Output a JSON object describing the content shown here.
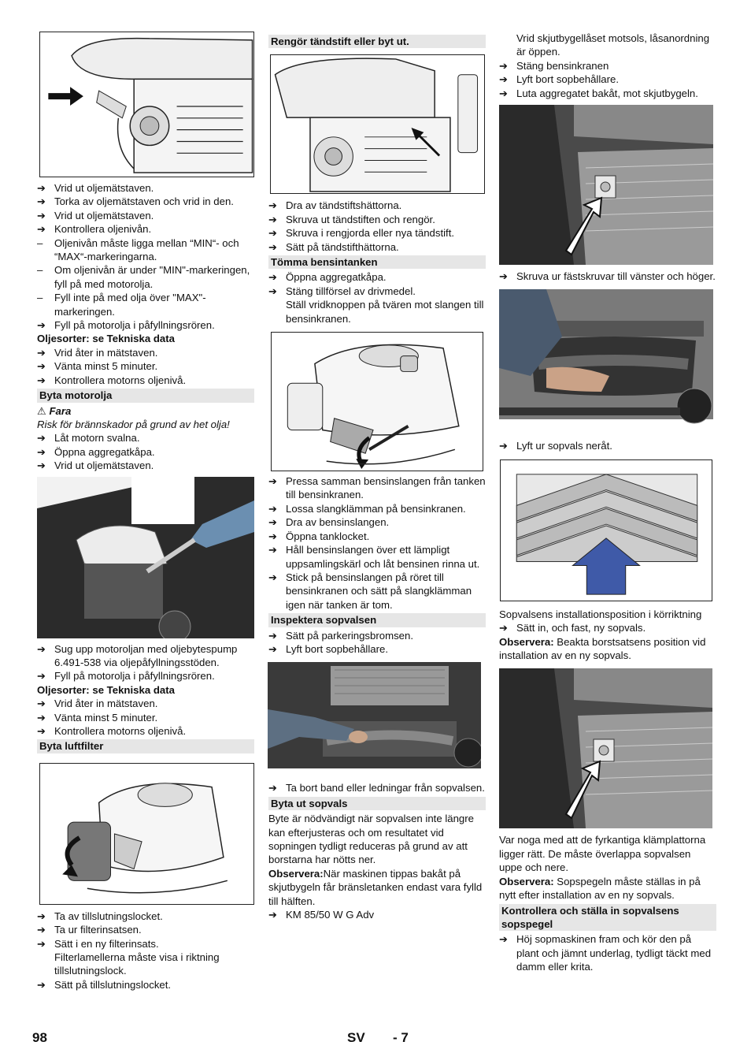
{
  "col1": {
    "steps_a": [
      {
        "m": "➔",
        "t": "Vrid ut oljemätstaven."
      },
      {
        "m": "➔",
        "t": "Torka av oljemätstaven och vrid in den."
      },
      {
        "m": "➔",
        "t": "Vrid ut oljemätstaven."
      },
      {
        "m": "➔",
        "t": "Kontrollera oljenivån."
      },
      {
        "m": "–",
        "t": "Oljenivån måste ligga mellan “MIN“- och “MAX“-markeringarna."
      },
      {
        "m": "–",
        "t": "Om oljenivån är under \"MIN\"-markeringen, fyll på med motorolja."
      },
      {
        "m": "–",
        "t": "Fyll inte på med olja över \"MAX\"-markeringen."
      },
      {
        "m": "➔",
        "t": "Fyll på motorolja i påfyllningsrören."
      }
    ],
    "oil_types_1": "Oljesorter: se Tekniska data",
    "steps_b": [
      {
        "m": "➔",
        "t": "Vrid åter in mätstaven."
      },
      {
        "m": "➔",
        "t": "Vänta minst 5 minuter."
      },
      {
        "m": "➔",
        "t": "Kontrollera motorns oljenivå."
      }
    ],
    "head_oil": "Byta motorolja",
    "warn_symbol": "⚠",
    "warn_title": "Fara",
    "warn_text": "Risk för brännskador på grund av het olja!",
    "steps_c": [
      {
        "m": "➔",
        "t": "Låt motorn svalna."
      },
      {
        "m": "➔",
        "t": "Öppna aggregatkåpa."
      },
      {
        "m": "➔",
        "t": "Vrid ut oljemätstaven."
      }
    ],
    "steps_d": [
      {
        "m": "➔",
        "t": "Sug upp motoroljan med oljebytespump 6.491-538 via oljepåfyllningsstöden."
      },
      {
        "m": "➔",
        "t": "Fyll på motorolja i påfyllningsrören."
      }
    ],
    "oil_types_2": "Oljesorter: se Tekniska data",
    "steps_e": [
      {
        "m": "➔",
        "t": "Vrid åter in mätstaven."
      },
      {
        "m": "➔",
        "t": "Vänta minst 5 minuter."
      },
      {
        "m": "➔",
        "t": "Kontrollera motorns oljenivå."
      }
    ],
    "head_filter": "Byta luftfilter",
    "steps_f": [
      {
        "m": "➔",
        "t": "Ta av tillslutningslocket."
      },
      {
        "m": "➔",
        "t": "Ta ur filterinsatsen."
      },
      {
        "m": "➔",
        "t": "Sätt i en ny filterinsats."
      }
    ],
    "filter_note": "Filterlamellerna måste visa i riktning tillslutningslock.",
    "steps_g": [
      {
        "m": "➔",
        "t": "Sätt på tillslutningslocket."
      }
    ]
  },
  "col2": {
    "head_plug": "Rengör tändstift eller byt ut.",
    "steps_a": [
      {
        "m": "➔",
        "t": "Dra av tändstiftshättorna."
      },
      {
        "m": "➔",
        "t": "Skruva ut tändstiften och rengör."
      },
      {
        "m": "➔",
        "t": "Skruva i rengjorda eller nya tändstift."
      },
      {
        "m": "➔",
        "t": "Sätt på tändstifthättorna."
      }
    ],
    "head_tank": "Tömma bensintanken",
    "steps_b": [
      {
        "m": "➔",
        "t": "Öppna aggregatkåpa."
      },
      {
        "m": "➔",
        "t": "Stäng tillförsel av drivmedel."
      }
    ],
    "tank_note": "Ställ vridknoppen på tvären mot slangen till bensinkranen.",
    "steps_c": [
      {
        "m": "➔",
        "t": "Pressa samman bensinslangen från tanken till bensinkranen."
      },
      {
        "m": "➔",
        "t": "Lossa slangklämman på bensinkranen."
      },
      {
        "m": "➔",
        "t": "Dra av  bensinslangen."
      },
      {
        "m": "➔",
        "t": "Öppna tanklocket."
      },
      {
        "m": "➔",
        "t": "Håll bensinslangen över ett lämpligt uppsamlingskärl och låt bensinen rinna ut."
      },
      {
        "m": "➔",
        "t": "Stick på bensinslangen på röret till bensinkranen och sätt på slangklämman igen när tanken är tom."
      }
    ],
    "head_inspect": "Inspektera sopvalsen",
    "steps_d": [
      {
        "m": "➔",
        "t": "Sätt på parkeringsbromsen."
      },
      {
        "m": "➔",
        "t": "Lyft bort sopbehållare."
      }
    ],
    "steps_e": [
      {
        "m": "➔",
        "t": "Ta bort band eller ledningar från sopvalsen."
      }
    ],
    "head_replace": "Byta ut sopvals",
    "replace_text": "Byte är nödvändigt när sopvalsen inte längre kan efterjusteras och om resultatet vid sopningen tydligt reduceras på grund av att borstarna har nötts ner.",
    "obs_label": "Observera:",
    "obs_text": "När maskinen tippas bakåt på skjutbygeln får bränsletanken endast vara fylld till hälften.",
    "steps_f": [
      {
        "m": "➔",
        "t": "KM 85/50 W G Adv"
      }
    ]
  },
  "col3": {
    "intro": "Vrid skjutbygellåset motsols, låsanordning är öppen.",
    "steps_a": [
      {
        "m": "➔",
        "t": "Stäng bensinkranen"
      },
      {
        "m": "➔",
        "t": "Lyft bort sopbehållare."
      },
      {
        "m": "➔",
        "t": "Luta aggregatet bakåt, mot skjutbygeln."
      }
    ],
    "steps_b": [
      {
        "m": "➔",
        "t": "Skruva ur fästskruvar till vänster och höger."
      }
    ],
    "steps_c": [
      {
        "m": "➔",
        "t": "Lyft ur sopvals neråt."
      }
    ],
    "caption": "Sopvalsens installationsposition i körriktning",
    "steps_d": [
      {
        "m": "➔",
        "t": "Sätt in, och fast, ny sopvals."
      }
    ],
    "obs1_label": "Observera:",
    "obs1_text": " Beakta borstsatsens position vid installation av en ny sopvals.",
    "note_plates": "Var noga med att de fyrkantiga klämplattorna ligger rätt. De måste överlappa sopvalsen uppe och nere.",
    "obs2_label": "Observera:",
    "obs2_text": " Sopspegeln måste ställas in på nytt efter installation av en ny sopvals.",
    "head_check": "Kontrollera och ställa in sopvalsens sopspegel",
    "steps_e": [
      {
        "m": "➔",
        "t": "Höj sopmaskinen fram och kör den på plant och jämnt underlag, tydligt täckt med damm eller krita."
      }
    ]
  },
  "footer": {
    "page": "98",
    "lang": "SV",
    "sub": "- 7"
  }
}
